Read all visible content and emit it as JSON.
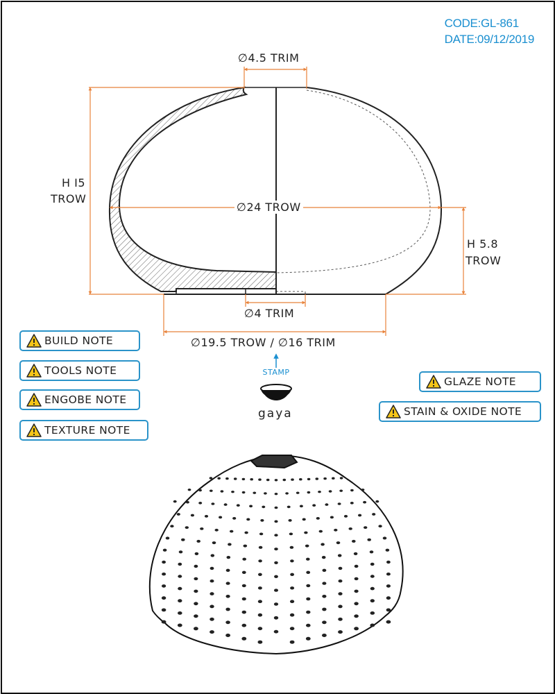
{
  "header": {
    "code": "CODE:GL-861",
    "date": "DATE:09/12/2019"
  },
  "dimensions": {
    "top_opening": "∅4.5 TRIM",
    "height_line1": "H I5",
    "height_line2": "TROW",
    "max_diameter": "∅24 TROW",
    "lower_height_line1": "H 5.8",
    "lower_height_line2": "TROW",
    "foot_inner": "∅4 TRIM",
    "foot_outer": "∅19.5 TROW / ∅16 TRIM"
  },
  "stamp": {
    "label": "STAMP",
    "brand": "gaya"
  },
  "notes_left": [
    {
      "label": "BUILD NOTE"
    },
    {
      "label": "TOOLS NOTE"
    },
    {
      "label": "ENGOBE NOTE"
    },
    {
      "label": "TEXTURE NOTE"
    }
  ],
  "notes_right": [
    {
      "label": "GLAZE NOTE"
    },
    {
      "label": "STAIN & OXIDE NOTE"
    }
  ],
  "colors": {
    "accent_blue": "#2a93c9",
    "dimension_orange": "#e8823a",
    "warning_yellow": "#f5c518",
    "line": "#222222"
  }
}
